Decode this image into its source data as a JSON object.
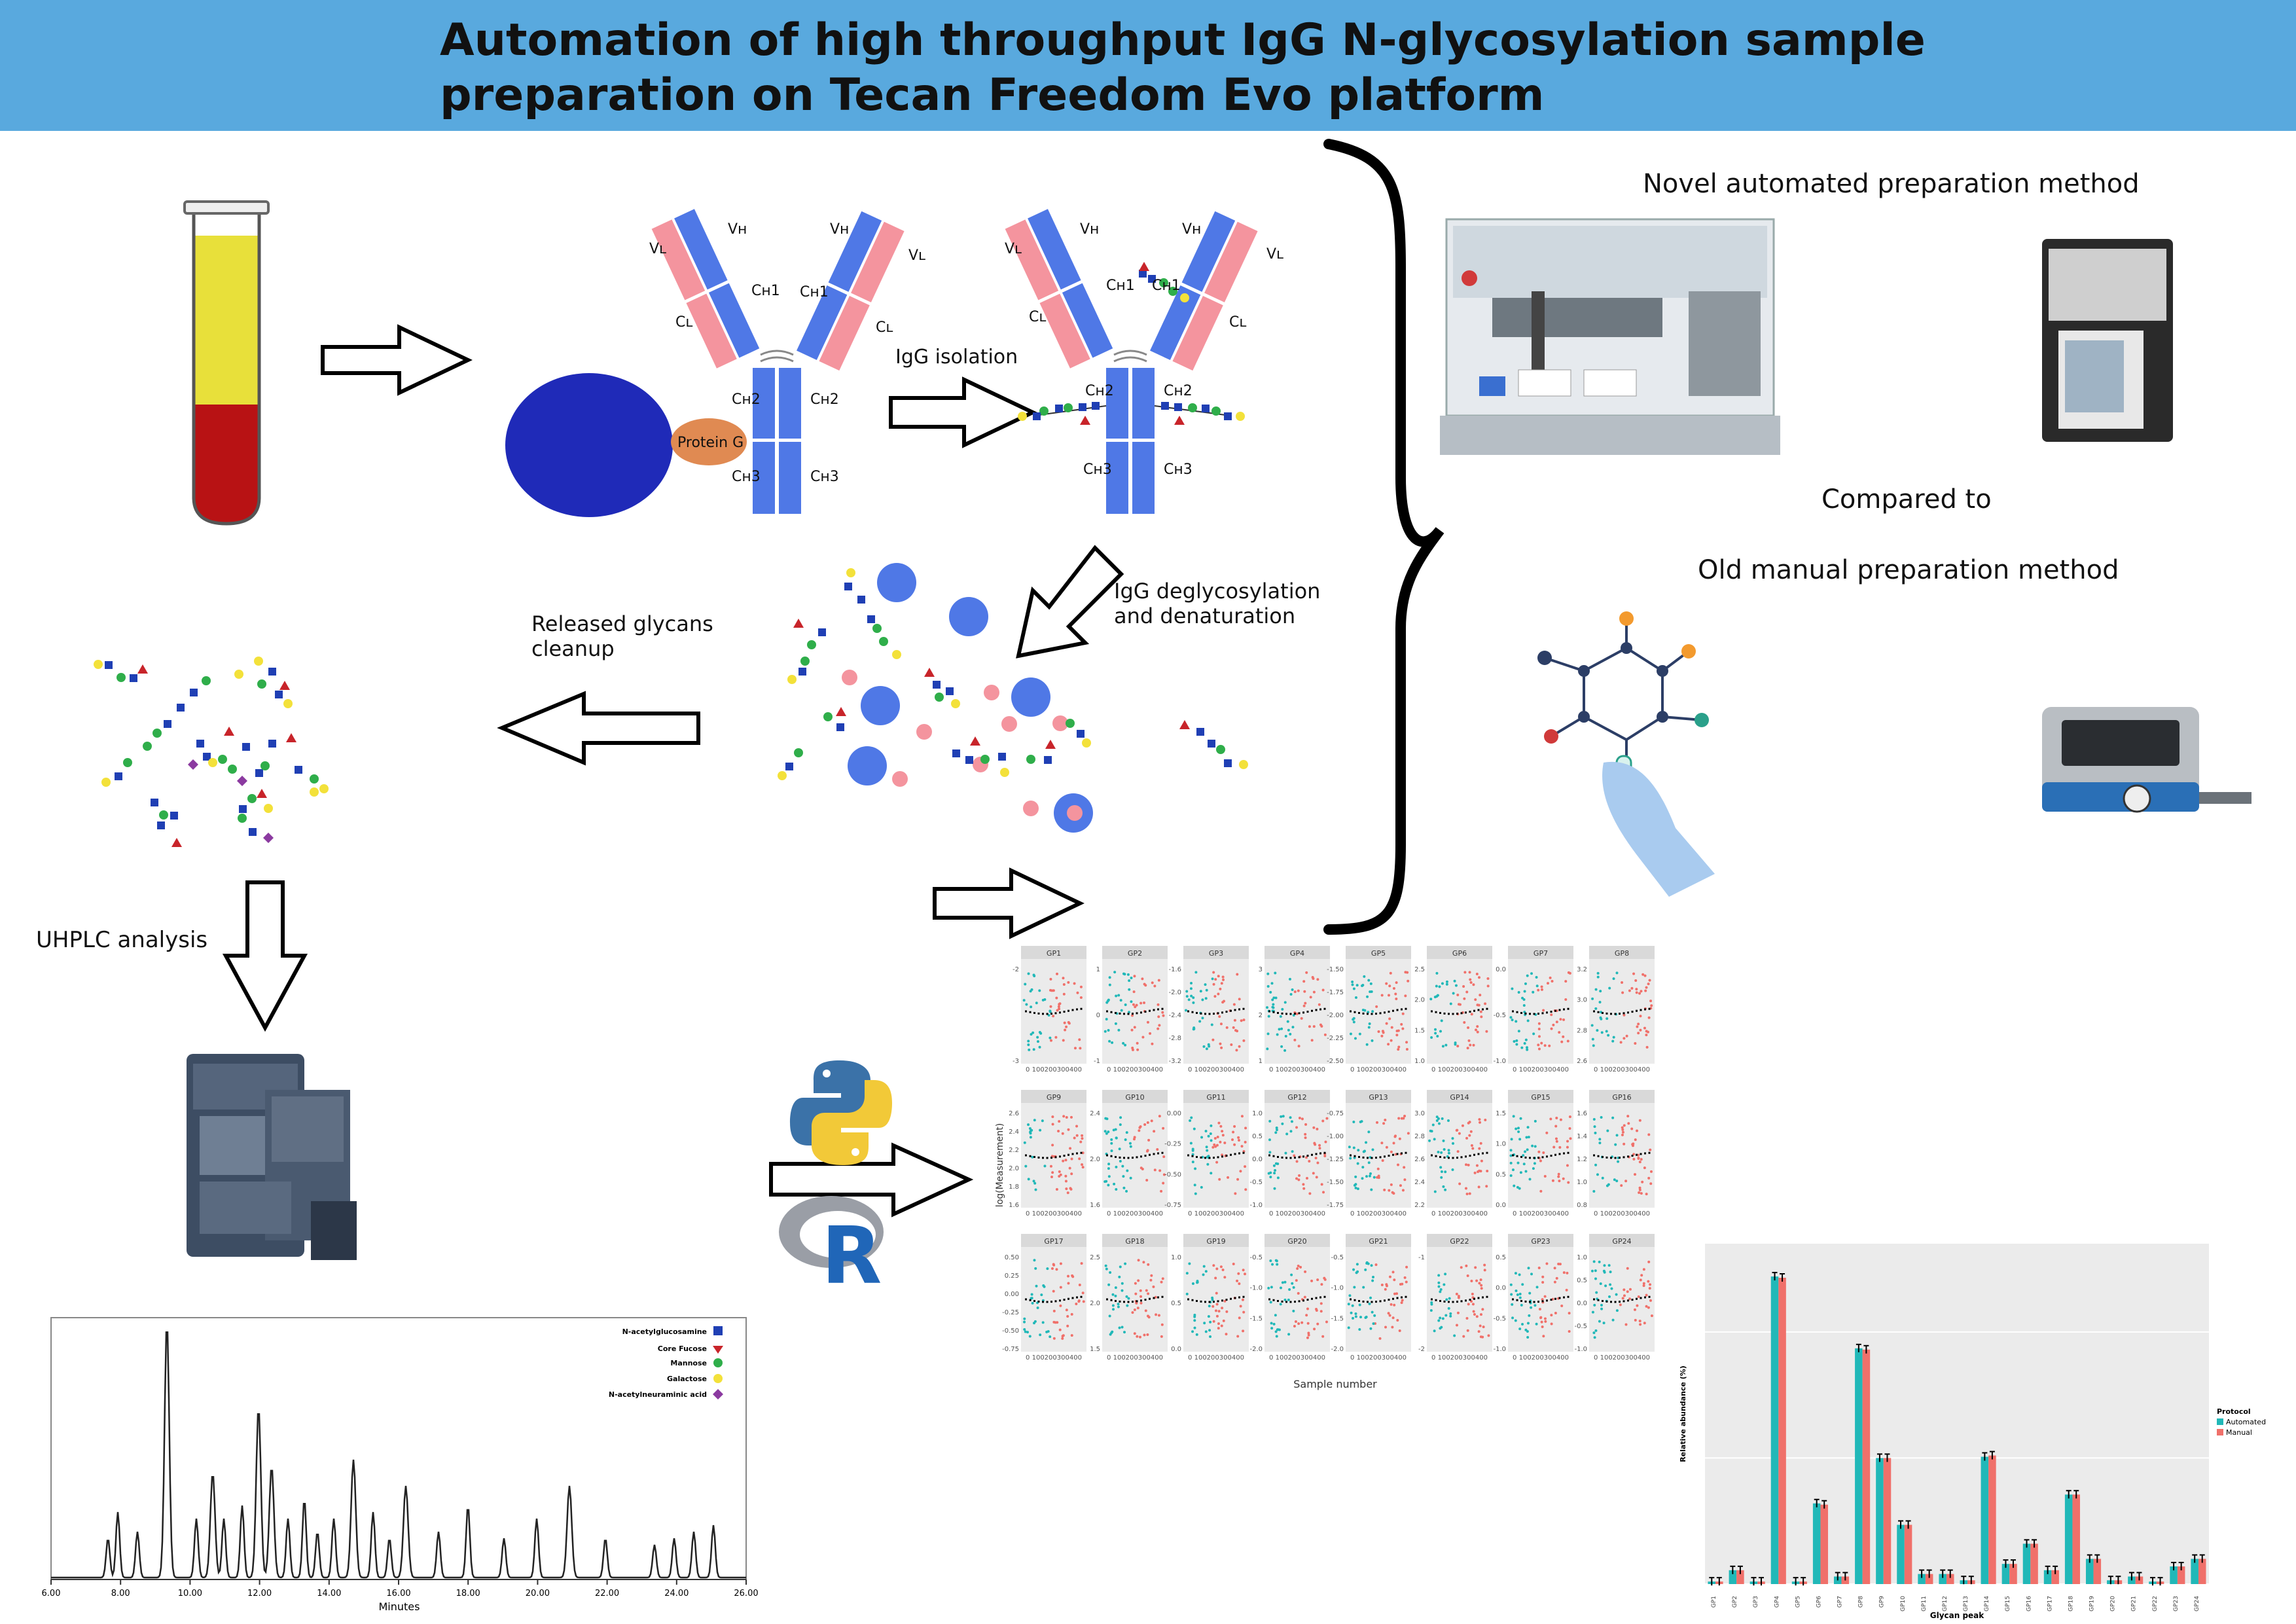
{
  "title_line1": "Automation of high throughput IgG N-glycosylation sample",
  "title_line2": "preparation on Tecan Freedom Evo platform",
  "labels": {
    "igg_isolation": "IgG isolation",
    "protein_g": "Protein G",
    "deglyco_1": "IgG deglycosylation",
    "deglyco_2": "and denaturation",
    "released_1": "Released  glycans",
    "released_2": "cleanup",
    "uhplc": "UHPLC analysis",
    "novel": "Novel automated preparation method",
    "compared": "Compared to",
    "old": "Old manual preparation method"
  },
  "antibody_domains": {
    "vl": "Vʟ",
    "vh": "Vʜ",
    "cl": "Cʟ",
    "ch1": "Cʜ1",
    "ch2": "Cʜ2",
    "ch3": "Cʜ3"
  },
  "colors": {
    "banner": "#59a9de",
    "heavy_chain": "#4f78e6",
    "light_chain": "#f4949e",
    "bead": "#1f2ab8",
    "protein_g": "#e08a52",
    "glcnac": "#1f3fb4",
    "mannose": "#2fae4a",
    "galactose": "#f3e13a",
    "fucose": "#c8242a",
    "sialic": "#8b3aa0",
    "automated": "#21b8b8",
    "manual": "#f0706a"
  },
  "software_icons": [
    "python-logo",
    "r-logo"
  ],
  "chromatogram": {
    "xlabel": "Minutes",
    "xticks": [
      "6.00",
      "8.00",
      "10.00",
      "12.00",
      "14.00",
      "16.00",
      "18.00",
      "20.00",
      "22.00",
      "24.00",
      "26.00"
    ],
    "legend": [
      "N-acetylglucosamine",
      "Core Fucose",
      "Mannose",
      "Galactose",
      "N-acetylneuraminic acid"
    ]
  },
  "scatter_grid": {
    "ylabel": "log(Measurement)",
    "xlabel": "Sample number",
    "xticks": "0 100200300400",
    "panels": [
      {
        "name": "GP1",
        "ticks": [
          "-2",
          "-3"
        ]
      },
      {
        "name": "GP2",
        "ticks": [
          "1",
          "0",
          "-1"
        ]
      },
      {
        "name": "GP3",
        "ticks": [
          "-1.6",
          "-2.0",
          "-2.4",
          "-2.8",
          "-3.2"
        ]
      },
      {
        "name": "GP4",
        "ticks": [
          "3",
          "2",
          "1"
        ]
      },
      {
        "name": "GP5",
        "ticks": [
          "-1.50",
          "-1.75",
          "-2.00",
          "-2.25",
          "-2.50"
        ]
      },
      {
        "name": "GP6",
        "ticks": [
          "2.5",
          "2.0",
          "1.5",
          "1.0"
        ]
      },
      {
        "name": "GP7",
        "ticks": [
          "0.0",
          "-0.5",
          "-1.0"
        ]
      },
      {
        "name": "GP8",
        "ticks": [
          "3.2",
          "3.0",
          "2.8",
          "2.6"
        ]
      },
      {
        "name": "GP9",
        "ticks": [
          "2.6",
          "2.4",
          "2.2",
          "2.0",
          "1.8",
          "1.6"
        ]
      },
      {
        "name": "GP10",
        "ticks": [
          "2.4",
          "2.0",
          "1.6"
        ]
      },
      {
        "name": "GP11",
        "ticks": [
          "0.00",
          "-0.25",
          "-0.50",
          "-0.75"
        ]
      },
      {
        "name": "GP12",
        "ticks": [
          "1.0",
          "0.5",
          "0.0",
          "-0.5",
          "-1.0"
        ]
      },
      {
        "name": "GP13",
        "ticks": [
          "-0.75",
          "-1.00",
          "-1.25",
          "-1.50",
          "-1.75"
        ]
      },
      {
        "name": "GP14",
        "ticks": [
          "3.0",
          "2.8",
          "2.6",
          "2.4",
          "2.2"
        ]
      },
      {
        "name": "GP15",
        "ticks": [
          "1.5",
          "1.0",
          "0.5",
          "0.0"
        ]
      },
      {
        "name": "GP16",
        "ticks": [
          "1.6",
          "1.4",
          "1.2",
          "1.0",
          "0.8"
        ]
      },
      {
        "name": "GP17",
        "ticks": [
          "0.50",
          "0.25",
          "0.00",
          "-0.25",
          "-0.50",
          "-0.75"
        ]
      },
      {
        "name": "GP18",
        "ticks": [
          "2.5",
          "2.0",
          "1.5"
        ]
      },
      {
        "name": "GP19",
        "ticks": [
          "1.0",
          "0.5",
          "0.0"
        ]
      },
      {
        "name": "GP20",
        "ticks": [
          "-0.5",
          "-1.0",
          "-1.5",
          "-2.0"
        ]
      },
      {
        "name": "GP21",
        "ticks": [
          "-0.5",
          "-1.0",
          "-1.5",
          "-2.0"
        ]
      },
      {
        "name": "GP22",
        "ticks": [
          "-1",
          "-2"
        ]
      },
      {
        "name": "GP23",
        "ticks": [
          "0.5",
          "0.0",
          "-0.5",
          "-1.0"
        ]
      },
      {
        "name": "GP24",
        "ticks": [
          "1.0",
          "0.5",
          "0.0",
          "-0.5",
          "-1.0"
        ]
      }
    ]
  },
  "chart_data": {
    "type": "bar",
    "xlabel": "Glycan peak",
    "ylabel": "Relative abundance (%)",
    "legend_title": "Protocol",
    "legend_position": "right",
    "categories": [
      "GP1",
      "GP2",
      "GP3",
      "GP4",
      "GP5",
      "GP6",
      "GP7",
      "GP8",
      "GP9",
      "GP10",
      "GP11",
      "GP12",
      "GP13",
      "GP14",
      "GP15",
      "GP16",
      "GP17",
      "GP18",
      "GP19",
      "GP20",
      "GP21",
      "GP22",
      "GP23",
      "GP24"
    ],
    "ylim": [
      0,
      27
    ],
    "series": [
      {
        "name": "Automated",
        "values": [
          0.2,
          1.1,
          0.2,
          24.4,
          0.2,
          6.4,
          0.6,
          18.7,
          10.0,
          4.7,
          0.8,
          0.8,
          0.3,
          10.1,
          1.6,
          3.2,
          1.1,
          7.1,
          2.0,
          0.3,
          0.6,
          0.2,
          1.4,
          2.0
        ]
      },
      {
        "name": "Manual",
        "values": [
          0.2,
          1.1,
          0.2,
          24.3,
          0.2,
          6.3,
          0.6,
          18.6,
          10.0,
          4.7,
          0.8,
          0.8,
          0.3,
          10.2,
          1.6,
          3.2,
          1.1,
          7.1,
          2.0,
          0.3,
          0.6,
          0.2,
          1.4,
          2.0
        ]
      }
    ]
  }
}
